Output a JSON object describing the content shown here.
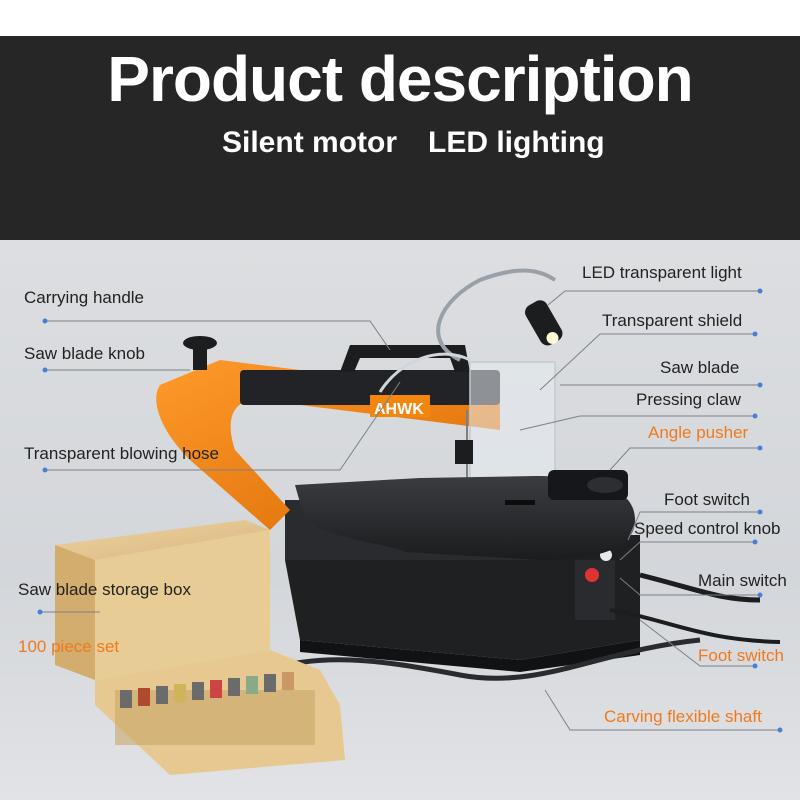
{
  "header": {
    "title": "Product description",
    "subtitle_left": "Silent motor",
    "subtitle_right": "LED lighting"
  },
  "machine": {
    "brand_text": "AHWK"
  },
  "labels": [
    {
      "id": "carrying-handle",
      "text": "Carrying handle",
      "side": "left"
    },
    {
      "id": "saw-blade-knob",
      "text": "Saw blade knob",
      "side": "left"
    },
    {
      "id": "transparent-blowing-hose",
      "text": "Transparent blowing hose",
      "side": "left"
    },
    {
      "id": "saw-blade-storage-box",
      "text": "Saw blade storage box",
      "side": "left"
    },
    {
      "id": "100-piece-set",
      "text": "100 piece set",
      "side": "left",
      "accent": true
    },
    {
      "id": "led-transparent-light",
      "text": "LED transparent light",
      "side": "right"
    },
    {
      "id": "transparent-shield",
      "text": "Transparent shield",
      "side": "right"
    },
    {
      "id": "saw-blade",
      "text": "Saw blade",
      "side": "right"
    },
    {
      "id": "pressing-claw",
      "text": "Pressing claw",
      "side": "right"
    },
    {
      "id": "angle-pusher",
      "text": "Angle pusher",
      "side": "right",
      "accent": true
    },
    {
      "id": "foot-switch-upper",
      "text": "Foot switch",
      "side": "right"
    },
    {
      "id": "speed-control-knob",
      "text": "Speed control knob",
      "side": "right"
    },
    {
      "id": "main-switch",
      "text": "Main switch",
      "side": "right"
    },
    {
      "id": "foot-switch-lower",
      "text": "Foot switch",
      "side": "right",
      "accent": true
    },
    {
      "id": "carving-flexible-shaft",
      "text": "Carving flexible shaft",
      "side": "right",
      "accent": true
    }
  ],
  "colors": {
    "header_bg": "#262626",
    "accent": "#f07a1b",
    "machine_orange": "#f2860f",
    "label_text": "#222222",
    "leader_dot": "#4a7fd6"
  }
}
